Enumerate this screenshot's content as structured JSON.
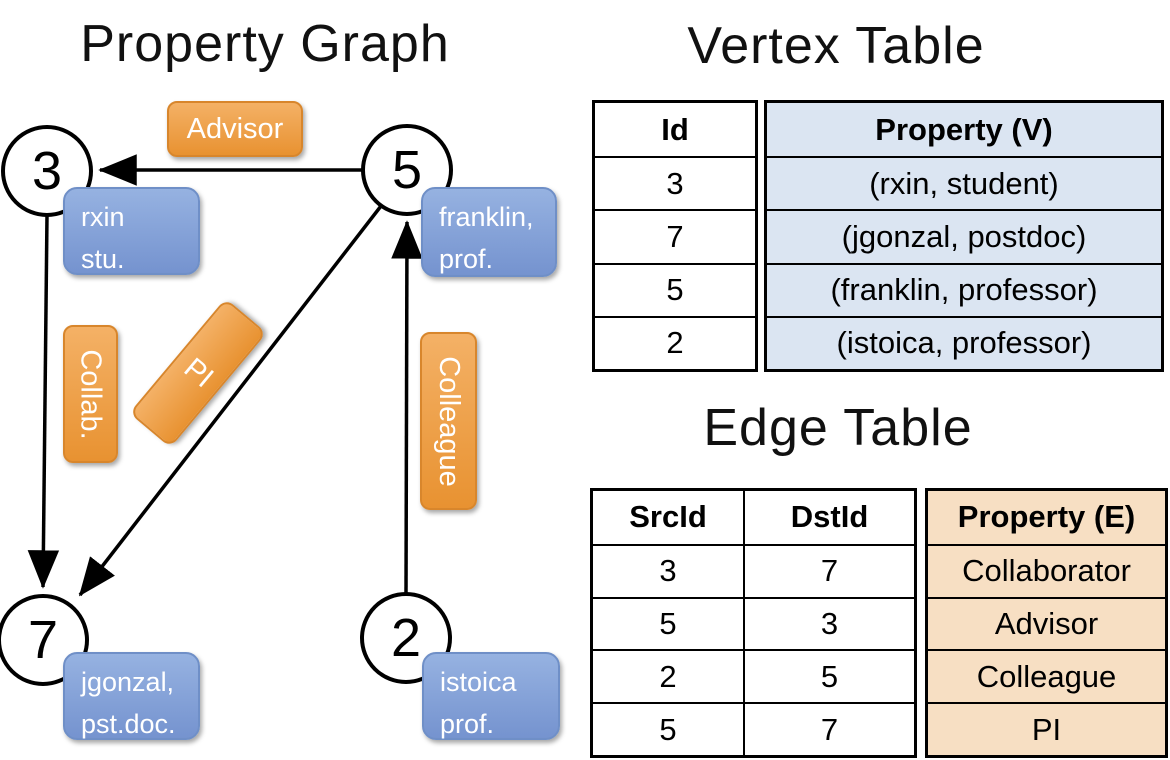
{
  "graph": {
    "title": "Property Graph",
    "nodes": [
      {
        "id": "3"
      },
      {
        "id": "5"
      },
      {
        "id": "7"
      },
      {
        "id": "2"
      }
    ],
    "vertex_boxes": [
      {
        "line1": "rxin",
        "line2": "stu."
      },
      {
        "line1": "franklin,",
        "line2": "prof."
      },
      {
        "line1": "jgonzal,",
        "line2": "pst.doc."
      },
      {
        "line1": "istoica",
        "line2": "prof."
      }
    ],
    "edge_labels": [
      {
        "text": "Advisor"
      },
      {
        "text": "Collab."
      },
      {
        "text": "PI"
      },
      {
        "text": "Colleague"
      }
    ]
  },
  "vertex_table": {
    "title": "Vertex Table",
    "columns": {
      "id": "Id",
      "property": "Property (V)"
    },
    "rows": [
      {
        "id": "3",
        "property": "(rxin, student)"
      },
      {
        "id": "7",
        "property": "(jgonzal, postdoc)"
      },
      {
        "id": "5",
        "property": "(franklin, professor)"
      },
      {
        "id": "2",
        "property": "(istoica, professor)"
      }
    ]
  },
  "edge_table": {
    "title": "Edge Table",
    "columns": {
      "src": "SrcId",
      "dst": "DstId",
      "property": "Property (E)"
    },
    "rows": [
      {
        "src": "3",
        "dst": "7",
        "property": "Collaborator"
      },
      {
        "src": "5",
        "dst": "3",
        "property": "Advisor"
      },
      {
        "src": "2",
        "dst": "5",
        "property": "Colleague"
      },
      {
        "src": "5",
        "dst": "7",
        "property": "PI"
      }
    ]
  },
  "colors": {
    "edge_label_orange": "#EC9D43",
    "vertex_box_blue": "#84A3D8",
    "vertex_cell_fill": "#DBE5F2",
    "edge_cell_fill": "#F7DFC3",
    "table_border": "#000000"
  }
}
